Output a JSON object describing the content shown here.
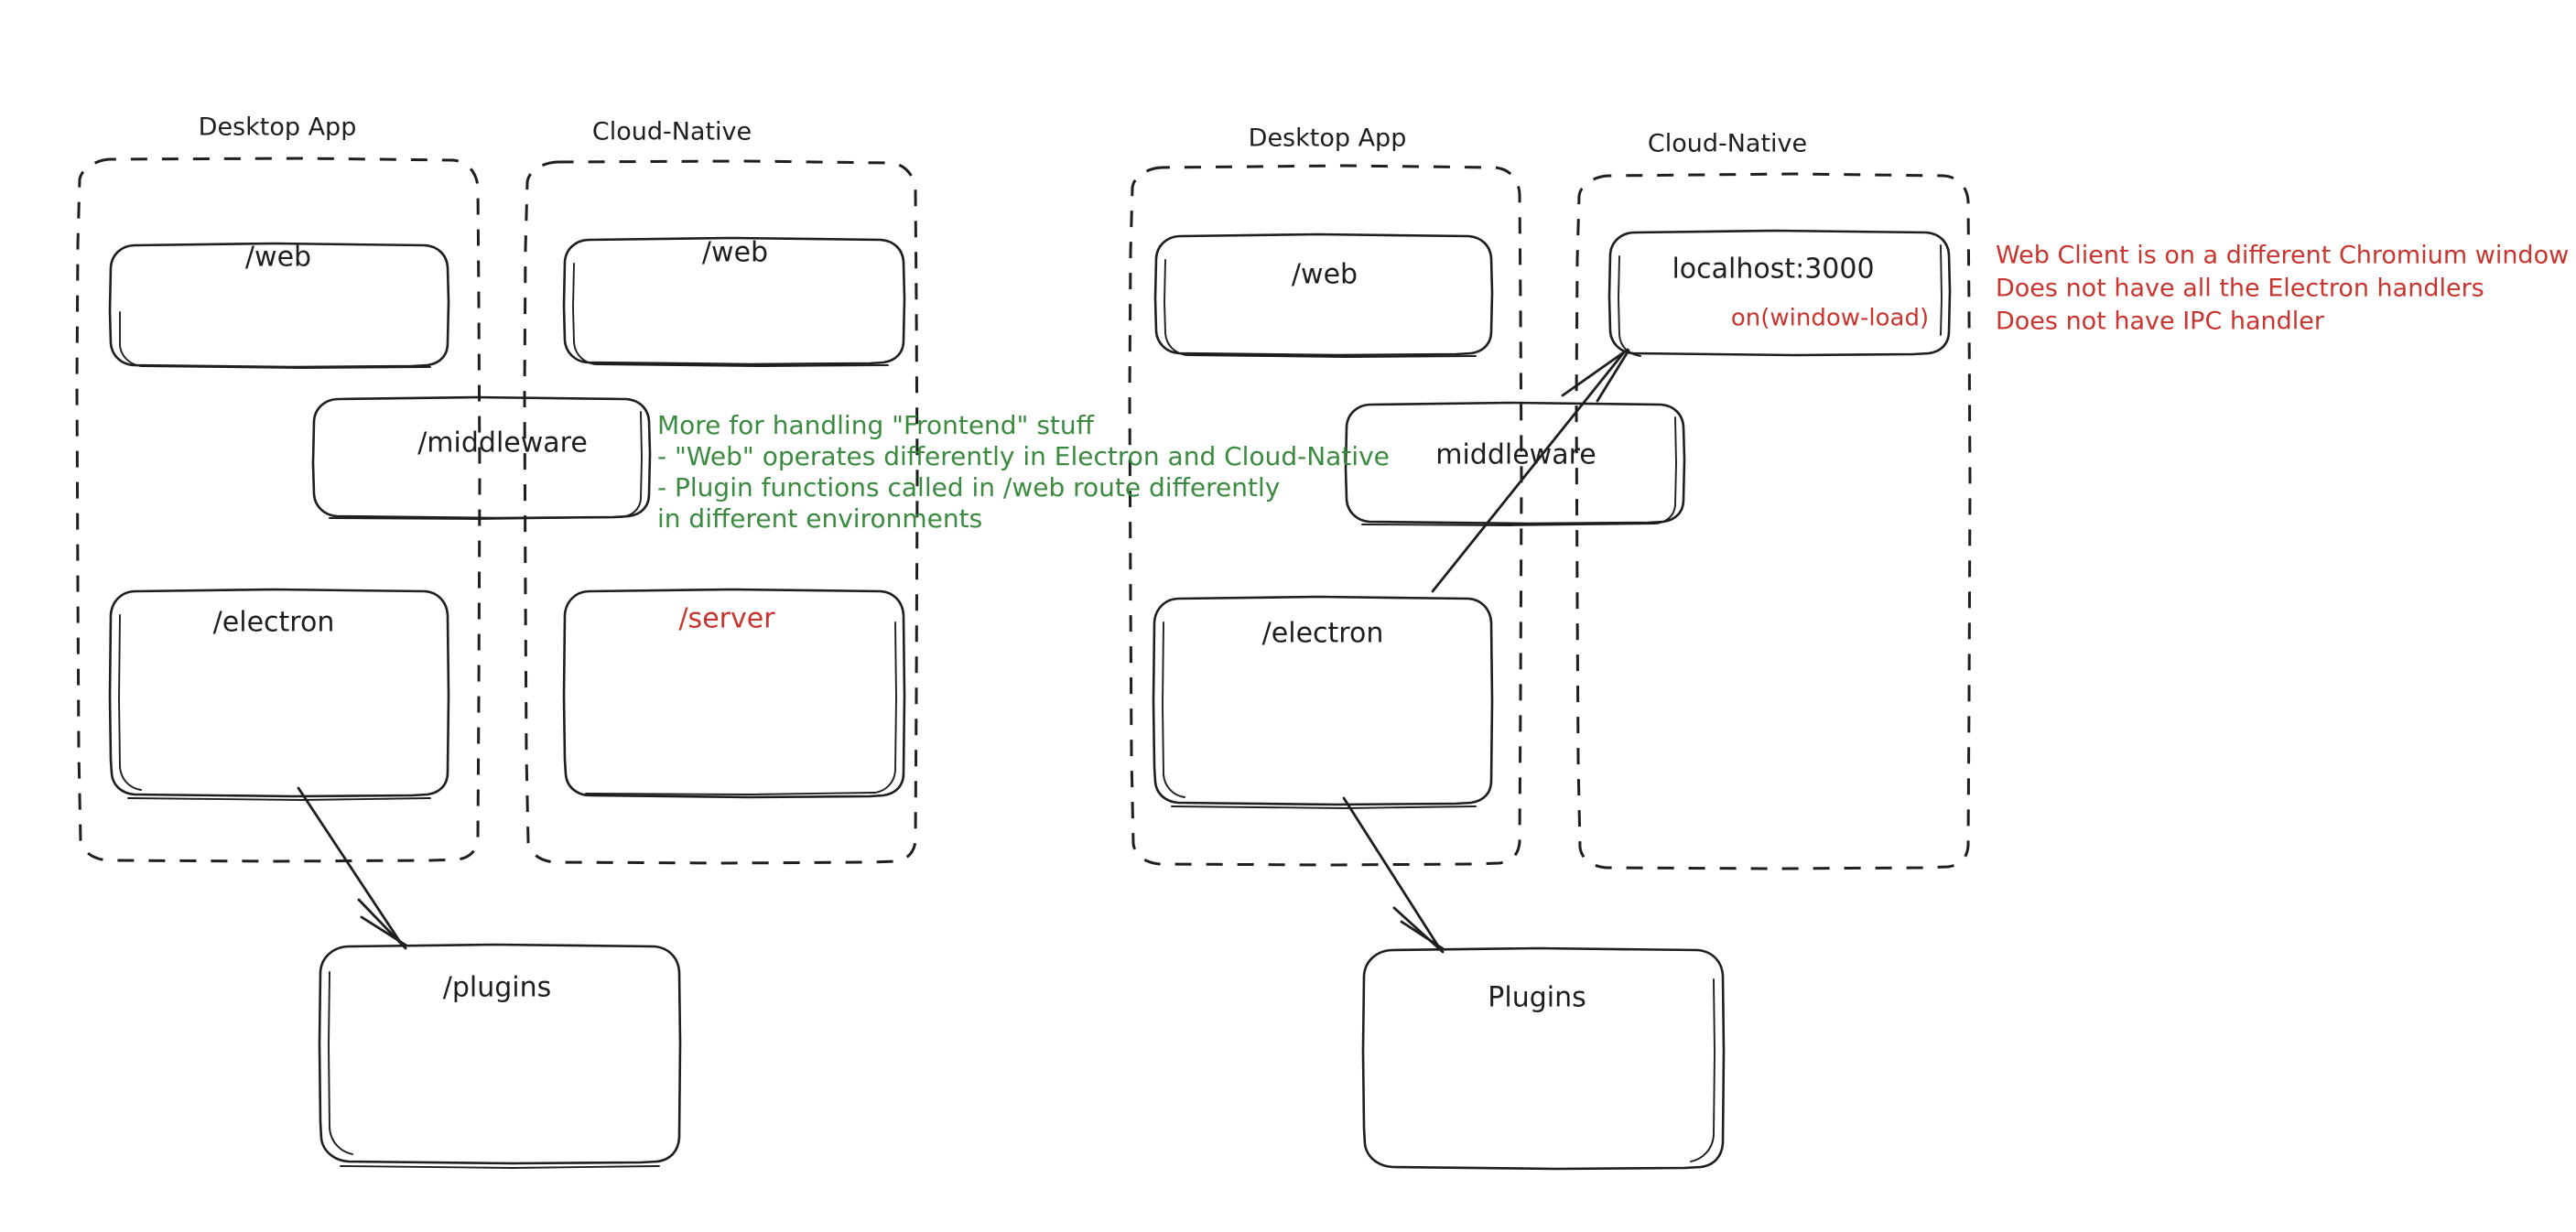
{
  "diagram": {
    "title_hidden": "",
    "colors": {
      "ink": "#1e1e1e",
      "green_note": "#3a8a3f",
      "red_note": "#c9352e",
      "background": "#ffffff"
    },
    "left_system": {
      "groups": [
        {
          "key": "desktop",
          "label": "Desktop App"
        },
        {
          "key": "cloud",
          "label": "Cloud-Native"
        }
      ],
      "nodes": [
        {
          "key": "web_desktop",
          "label": "/web",
          "color": "ink"
        },
        {
          "key": "web_cloud",
          "label": "/web",
          "color": "ink"
        },
        {
          "key": "middleware",
          "label": "/middleware",
          "color": "ink"
        },
        {
          "key": "electron",
          "label": "/electron",
          "color": "ink"
        },
        {
          "key": "server",
          "label": "/server",
          "color": "red"
        },
        {
          "key": "plugins",
          "label": "/plugins",
          "color": "ink"
        }
      ]
    },
    "right_system": {
      "groups": [
        {
          "key": "desktop",
          "label": "Desktop App"
        },
        {
          "key": "cloud",
          "label": "Cloud-Native"
        }
      ],
      "nodes": [
        {
          "key": "web_desktop",
          "label": "/web",
          "color": "ink"
        },
        {
          "key": "localhost",
          "label": "localhost:3000",
          "color": "ink",
          "sublabel": "on(window-load)",
          "sublabel_color": "red"
        },
        {
          "key": "middleware",
          "label": "middleware",
          "color": "ink"
        },
        {
          "key": "electron",
          "label": "/electron",
          "color": "ink"
        },
        {
          "key": "plugins",
          "label": "Plugins",
          "color": "ink"
        }
      ]
    },
    "notes": {
      "green": {
        "color": "#3a8a3f",
        "lines": [
          "More for handling \"Frontend\" stuff",
          "- \"Web\" operates differently in Electron and Cloud-Native",
          "- Plugin functions called in /web route differently",
          "in different environments"
        ]
      },
      "red": {
        "color": "#c9352e",
        "lines": [
          "Web Client is on a different Chromium window",
          "Does not have all the Electron handlers",
          "Does not have IPC handler"
        ]
      }
    },
    "arrows": [
      {
        "key": "left-electron-to-plugins",
        "from": "/electron",
        "to": "/plugins"
      },
      {
        "key": "right-electron-to-plugins",
        "from": "/electron",
        "to": "Plugins"
      },
      {
        "key": "right-electron-to-localhost",
        "from": "/electron",
        "to": "localhost:3000"
      }
    ]
  }
}
